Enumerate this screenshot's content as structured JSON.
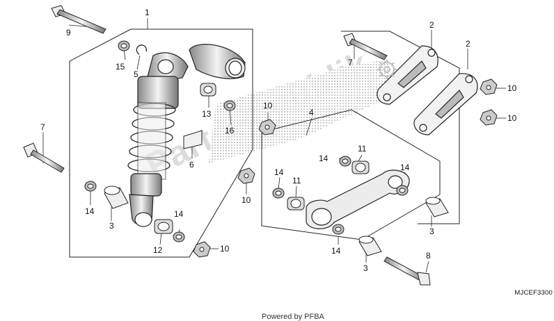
{
  "diagram": {
    "watermark_text": "PartsRepublik",
    "watermark_color": "#d6d6d6",
    "part_code": "MJCEF3300",
    "footer_text": "Powered by PFBA"
  },
  "callouts": [
    {
      "id": "c1",
      "text": "1"
    },
    {
      "id": "c2a",
      "text": "2"
    },
    {
      "id": "c2b",
      "text": "2"
    },
    {
      "id": "c3a",
      "text": "3"
    },
    {
      "id": "c3b",
      "text": "3"
    },
    {
      "id": "c3c",
      "text": "3"
    },
    {
      "id": "c4",
      "text": "4"
    },
    {
      "id": "c5",
      "text": "5"
    },
    {
      "id": "c6",
      "text": "6"
    },
    {
      "id": "c7a",
      "text": "7"
    },
    {
      "id": "c7b",
      "text": "7"
    },
    {
      "id": "c8",
      "text": "8"
    },
    {
      "id": "c9",
      "text": "9"
    },
    {
      "id": "c10a",
      "text": "10"
    },
    {
      "id": "c10b",
      "text": "10"
    },
    {
      "id": "c10c",
      "text": "10"
    },
    {
      "id": "c10d",
      "text": "10"
    },
    {
      "id": "c10e",
      "text": "10"
    },
    {
      "id": "c11a",
      "text": "11"
    },
    {
      "id": "c11b",
      "text": "11"
    },
    {
      "id": "c12",
      "text": "12"
    },
    {
      "id": "c13",
      "text": "13"
    },
    {
      "id": "c14a",
      "text": "14"
    },
    {
      "id": "c14b",
      "text": "14"
    },
    {
      "id": "c14c",
      "text": "14"
    },
    {
      "id": "c14d",
      "text": "14"
    },
    {
      "id": "c14e",
      "text": "14"
    },
    {
      "id": "c14f",
      "text": "14"
    },
    {
      "id": "c15",
      "text": "15"
    },
    {
      "id": "c16",
      "text": "16"
    }
  ]
}
